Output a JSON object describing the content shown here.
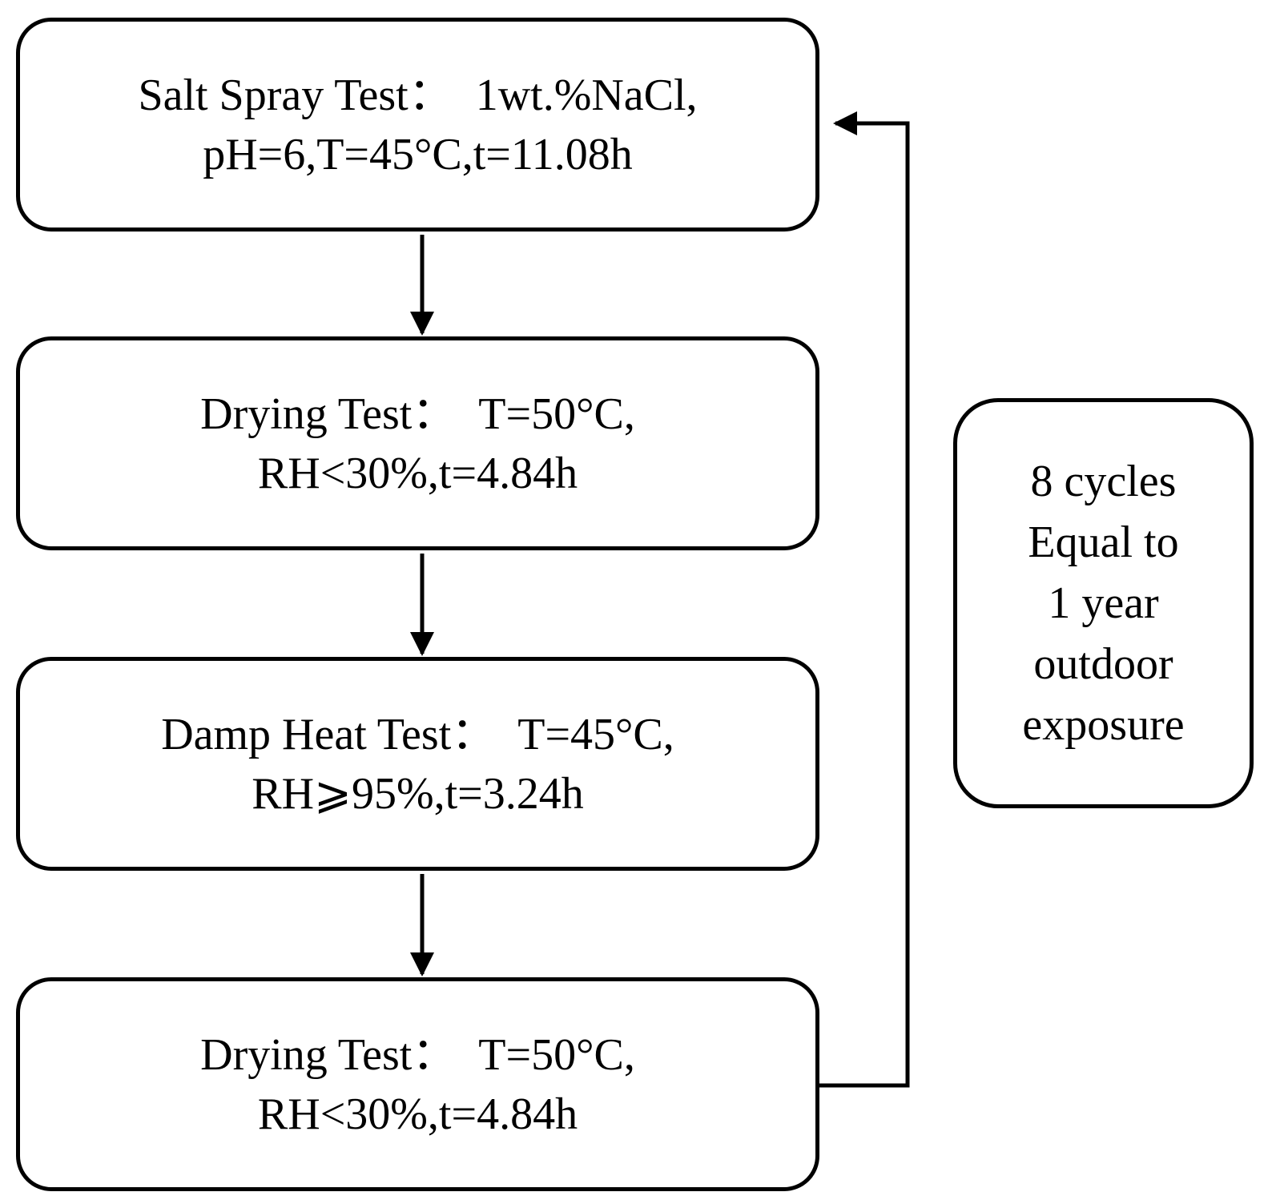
{
  "steps": [
    {
      "line1": "Salt Spray Test：  1wt.%NaCl,",
      "line2": "pH=6,T=45°C,t=11.08h"
    },
    {
      "line1": "Drying Test：  T=50°C,",
      "line2": "RH<30%,t=4.84h"
    },
    {
      "line1": "Damp Heat Test：  T=45°C,",
      "line2": "RH⩾95%,t=3.24h"
    },
    {
      "line1": "Drying Test：  T=50°C,",
      "line2": "RH<30%,t=4.84h"
    }
  ],
  "note": {
    "lines": [
      "8 cycles",
      "Equal to",
      "1 year",
      "outdoor",
      "exposure"
    ]
  }
}
